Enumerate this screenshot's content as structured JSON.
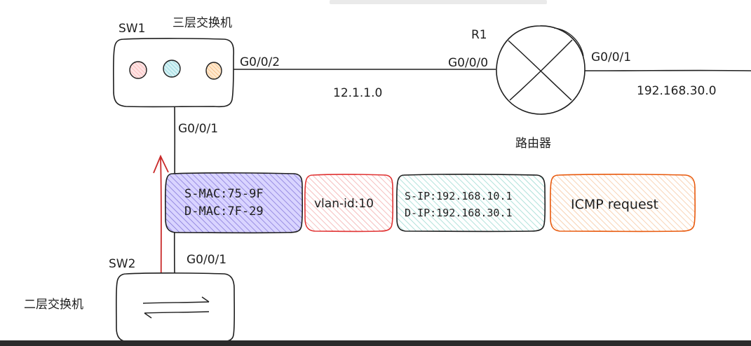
{
  "sw1": {
    "name": "SW1",
    "type_label": "三层交换机",
    "port_to_r1": "G0/0/2",
    "port_down": "G0/0/1",
    "indicator_colors": [
      "#ffc9c9",
      "#a5d8e0",
      "#ffd8a8"
    ]
  },
  "r1": {
    "name": "R1",
    "type_label": "路由器",
    "port_left": "G0/0/0",
    "port_right": "G0/0/1",
    "network_right": "192.168.30.0"
  },
  "link_sw1_r1": {
    "network": "12.1.1.0"
  },
  "sw2": {
    "name": "SW2",
    "type_label": "二层交换机",
    "port_up": "G0/0/1"
  },
  "frame": {
    "mac_box": {
      "line1": "S-MAC:75-9F",
      "line2": "D-MAC:7F-29",
      "color": "#7c6fd6"
    },
    "vlan_box": {
      "text": "vlan-id:10",
      "color": "#e06666"
    },
    "ip_box": {
      "line1": "S-IP:192.168.10.1",
      "line2": "D-IP:192.168.30.1",
      "color": "#55c0b4"
    },
    "payload_box": {
      "text": "ICMP request",
      "color": "#f0a060"
    }
  },
  "arrow_color": "#c92a2a"
}
